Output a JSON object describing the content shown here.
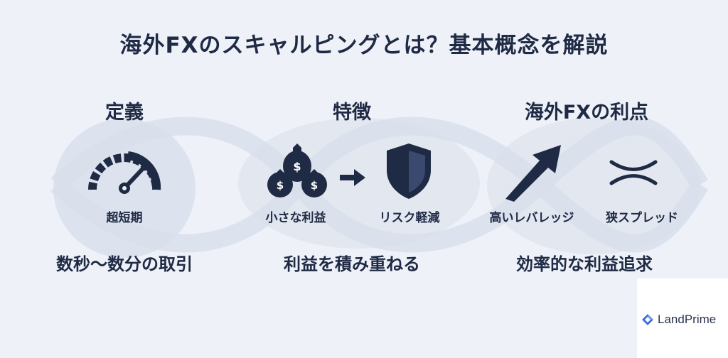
{
  "title": "海外FXのスキャルピングとは？基本概念を解説",
  "sections": [
    {
      "heading": "定義",
      "items": [
        {
          "label": "超短期",
          "icon": "speedometer-icon"
        }
      ],
      "summary": "数秒〜数分の取引"
    },
    {
      "heading": "特徴",
      "items": [
        {
          "label": "小さな利益",
          "icon": "money-bags-icon"
        },
        {
          "label": "リスク軽減",
          "icon": "shield-icon"
        }
      ],
      "arrow_icon": "arrow-right-icon",
      "summary": "利益を積み重ねる"
    },
    {
      "heading": "海外FXの利点",
      "items": [
        {
          "label": "高いレバレッジ",
          "icon": "arrow-up-right-icon"
        },
        {
          "label": "狭スプレッド",
          "icon": "narrow-spread-icon"
        }
      ],
      "summary": "効率的な利益追求"
    }
  ],
  "logo": {
    "text": "LandPrime",
    "icon": "landprime-logo-icon"
  },
  "colors": {
    "primary": "#1f2a44",
    "background": "#eef2f8",
    "wave": "#dfe5ef"
  }
}
